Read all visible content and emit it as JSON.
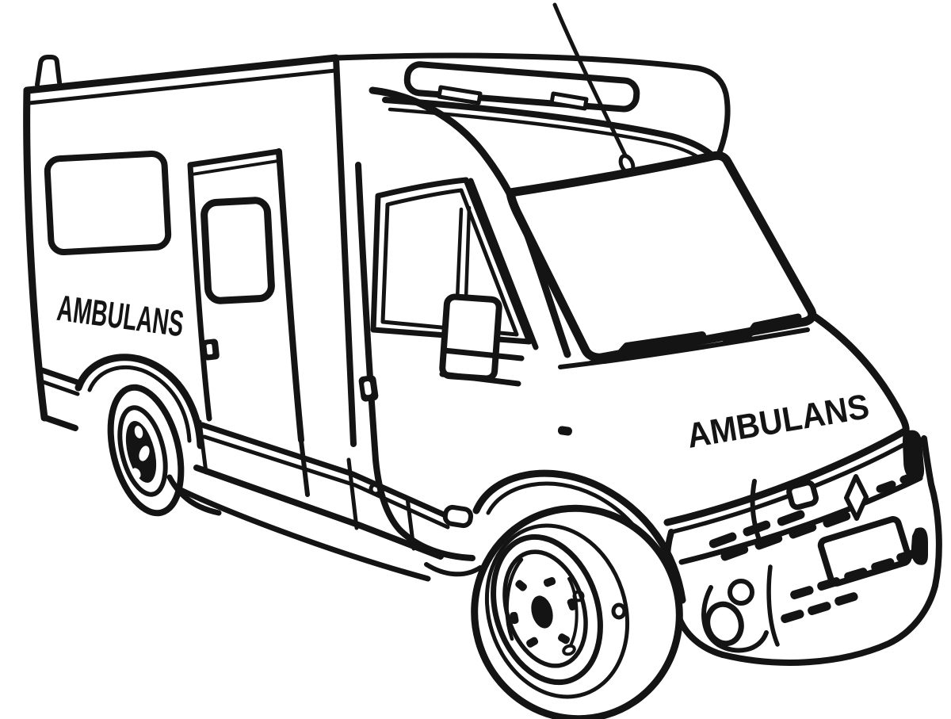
{
  "scene": {
    "type": "coloring-page line art",
    "subject": "box-type ambulance van, front-left three-quarter view",
    "background_color": "#ffffff",
    "line_color": "#141414"
  },
  "text": {
    "side_label": "AMBULANS",
    "hood_label": "AMBULANS"
  },
  "parts": {
    "emblem": "renault-diamond-logo",
    "roof_equipment": "light-bar and antenna",
    "wheels": "front wheel with lug nuts, rear wheel behind fender arch"
  }
}
